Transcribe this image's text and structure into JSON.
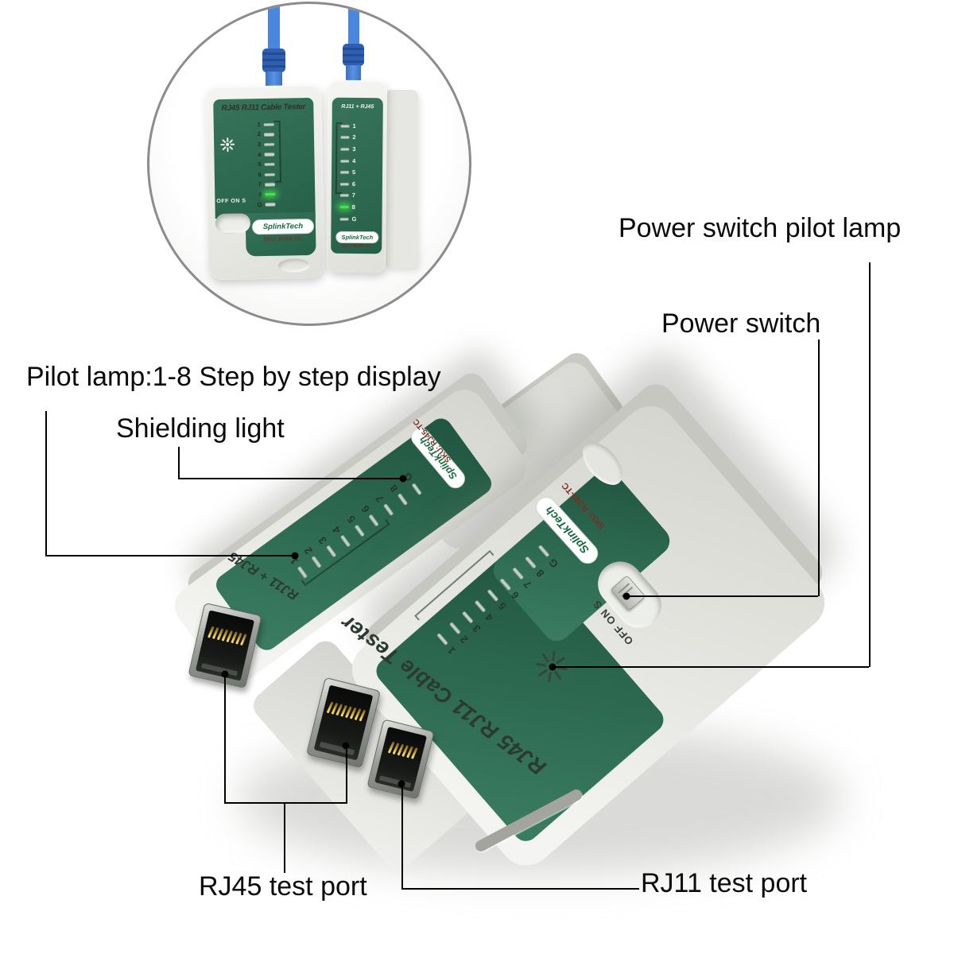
{
  "annotations": {
    "pilot_lamp": "Pilot lamp:1-8 Step by step display",
    "shielding_light": "Shielding light",
    "power_switch_pilot_lamp": "Power switch pilot lamp",
    "power_switch": "Power switch",
    "rj45_test_port": "RJ45 test port",
    "rj11_test_port": "RJ11 test port"
  },
  "inset": {
    "main_device": {
      "title": "RJ45 RJ11 Cable Tester",
      "power_switch_label": "OFF ON S",
      "led_labels": [
        "1",
        "2",
        "3",
        "4",
        "5",
        "6",
        "7",
        "8",
        "G"
      ],
      "lit_led": "8",
      "brand": "SplinkTech",
      "sku": "SKU: RJ45-TC"
    },
    "remote_device": {
      "title": "RJ11 + RJ45",
      "led_labels": [
        "1",
        "2",
        "3",
        "4",
        "5",
        "6",
        "7",
        "8",
        "G"
      ],
      "lit_led": "8",
      "brand": "SplinkTech",
      "sku": "SKU: RJ45-TC"
    }
  },
  "photo": {
    "main_device": {
      "title": "RJ45 RJ11 Cable Tester",
      "power_switch_label": "OFF ON S",
      "led_labels": [
        "1",
        "2",
        "3",
        "4",
        "5",
        "6",
        "7",
        "8",
        "G"
      ],
      "lit_led": "",
      "brand": "SplinkTech",
      "sku": "SKU: RJ45-TC"
    },
    "remote_device": {
      "title": "RJ11 + RJ45",
      "led_labels": [
        "1",
        "2",
        "3",
        "4",
        "5",
        "6",
        "7",
        "8",
        "G"
      ],
      "lit_led": "",
      "brand": "SplinkTech",
      "sku": "SKU: RJ45-TC"
    }
  },
  "colors": {
    "panel_green": "#2d6a52",
    "lit_led_green": "#46e44a",
    "cable_blue": "#4a86dd",
    "brand_green": "#156a40",
    "sku_red": "#7c2d22"
  }
}
